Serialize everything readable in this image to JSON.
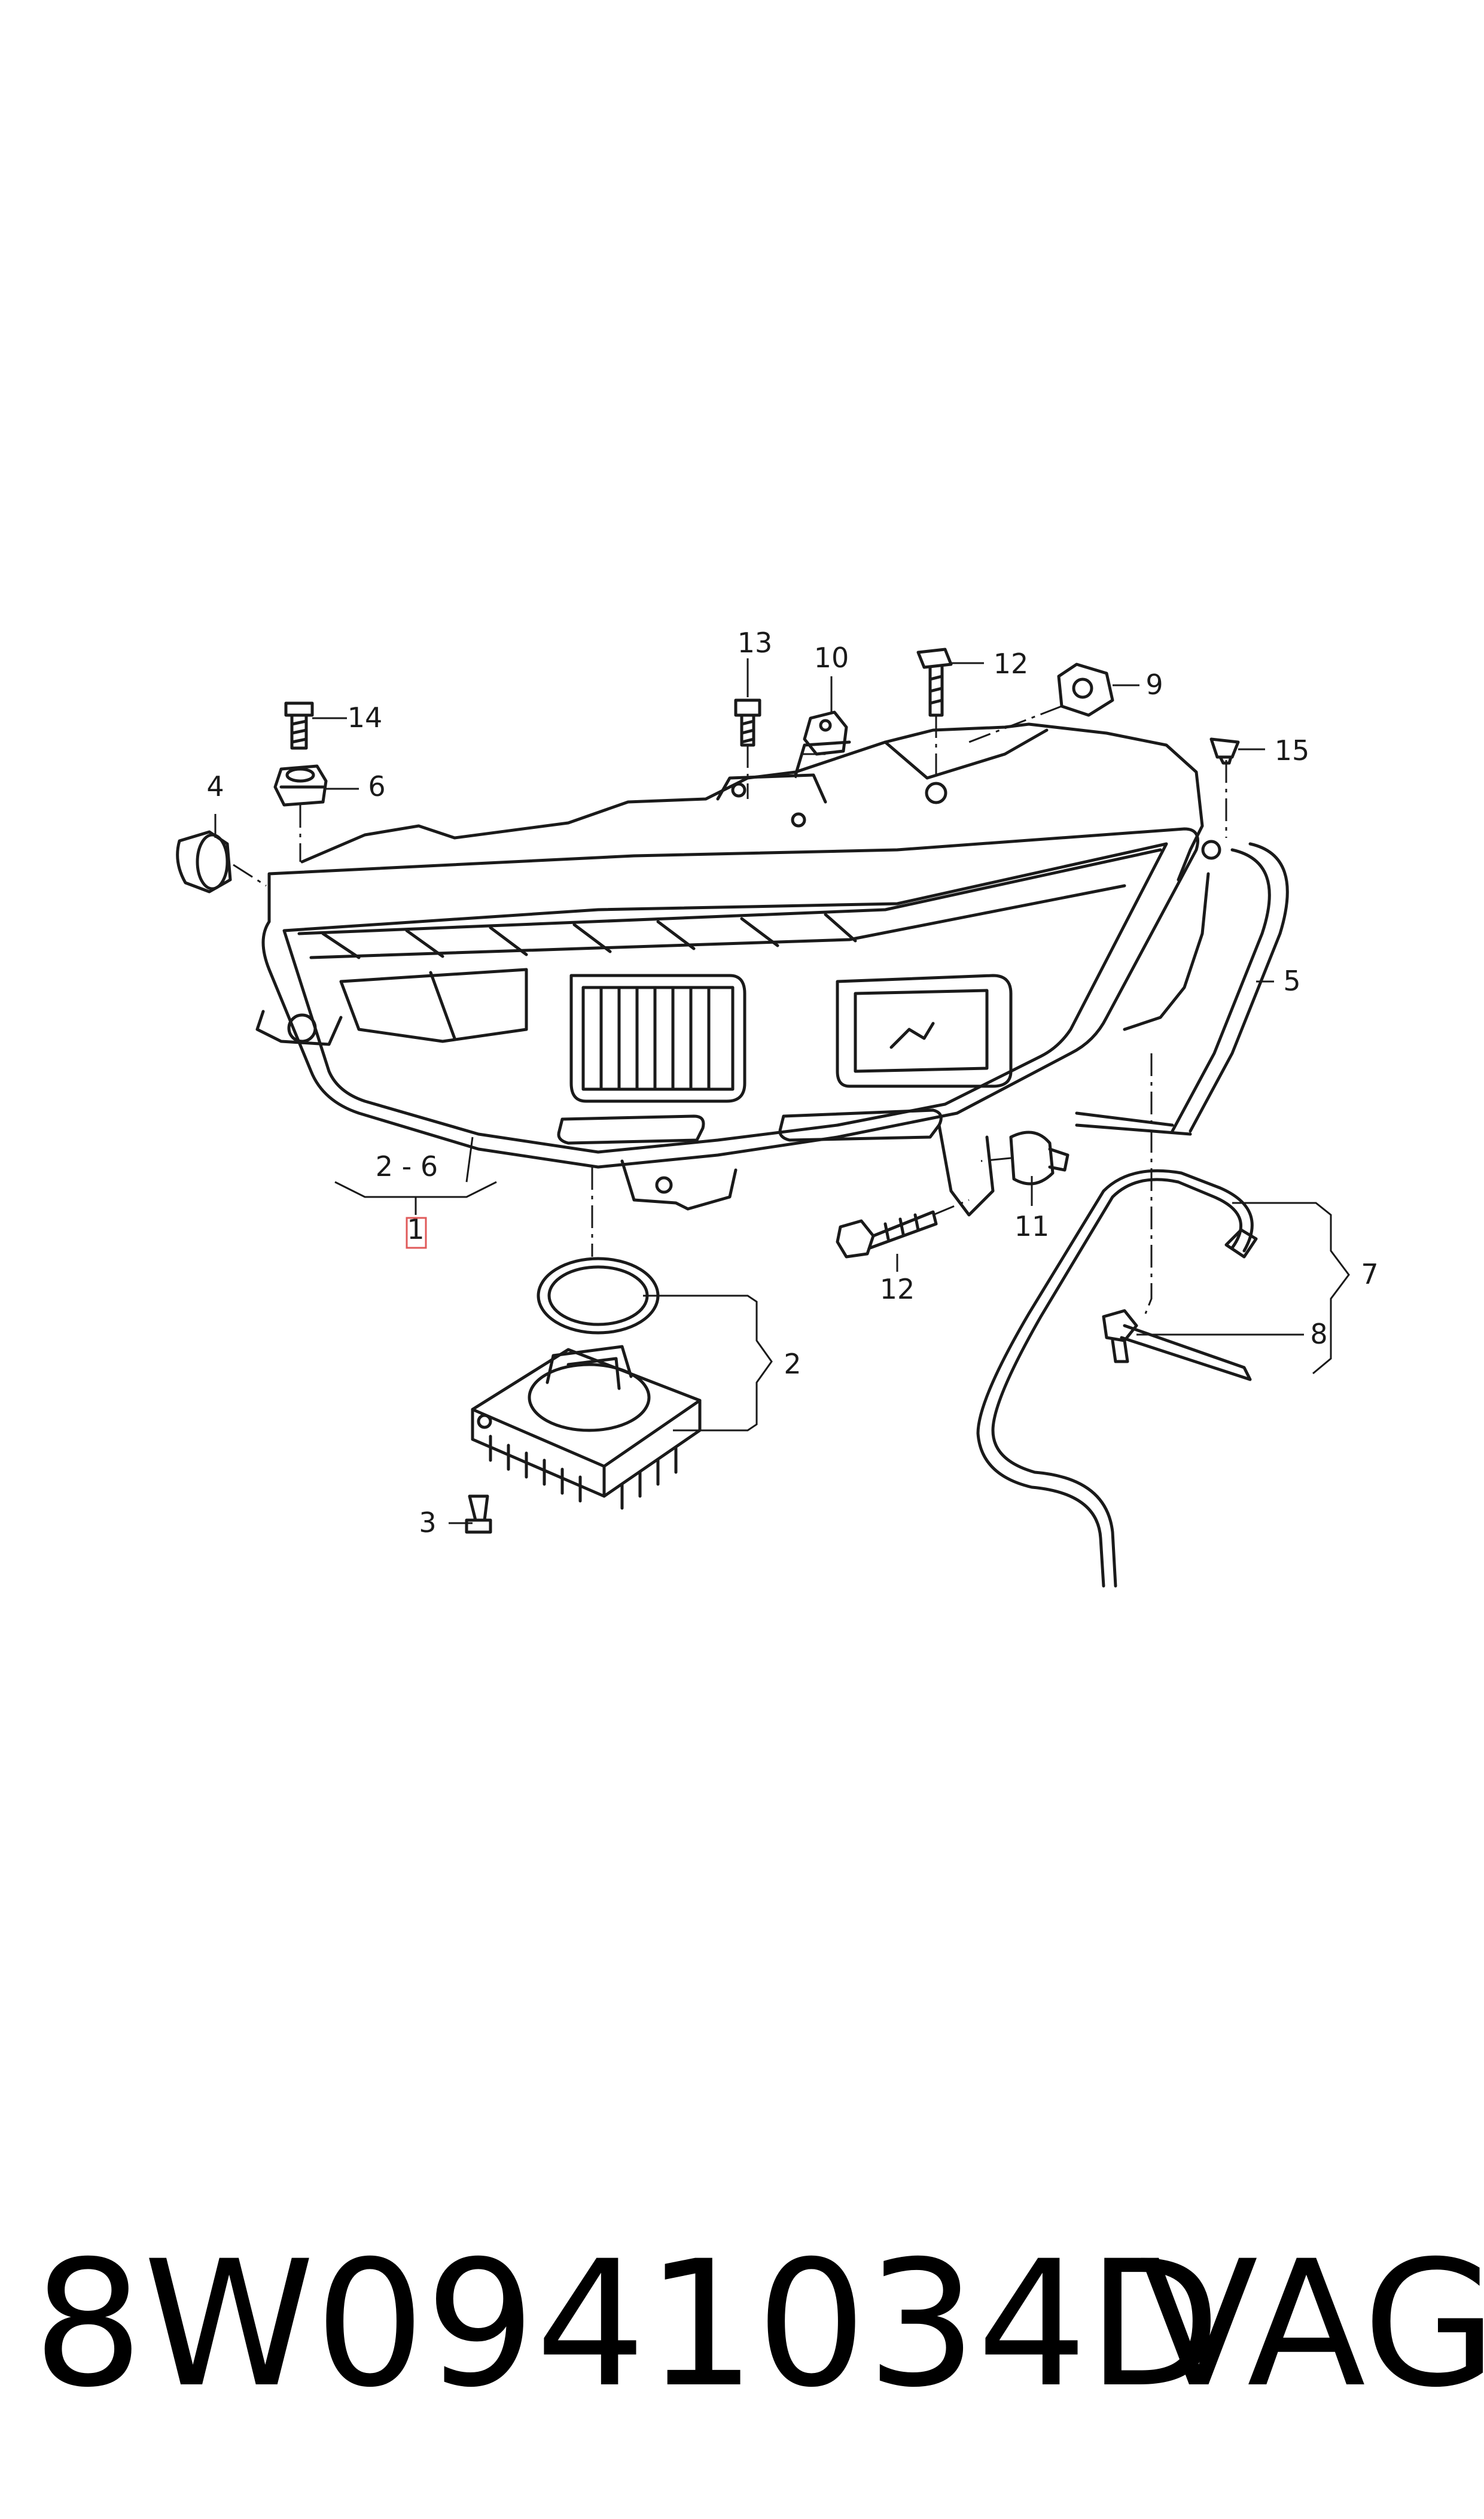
{
  "diagram": {
    "callouts": {
      "c1": "1",
      "c2": "2",
      "c2to6": "2 - 6",
      "c3": "3",
      "c4": "4",
      "c5": "5",
      "c6": "6",
      "c7": "7",
      "c8": "8",
      "c9": "9",
      "c10": "10",
      "c11": "11",
      "c12a": "12",
      "c12b": "12",
      "c13": "13",
      "c14": "14",
      "c15": "15"
    }
  },
  "footer": {
    "part_number": "8W0941034D",
    "brand": "VAG"
  }
}
